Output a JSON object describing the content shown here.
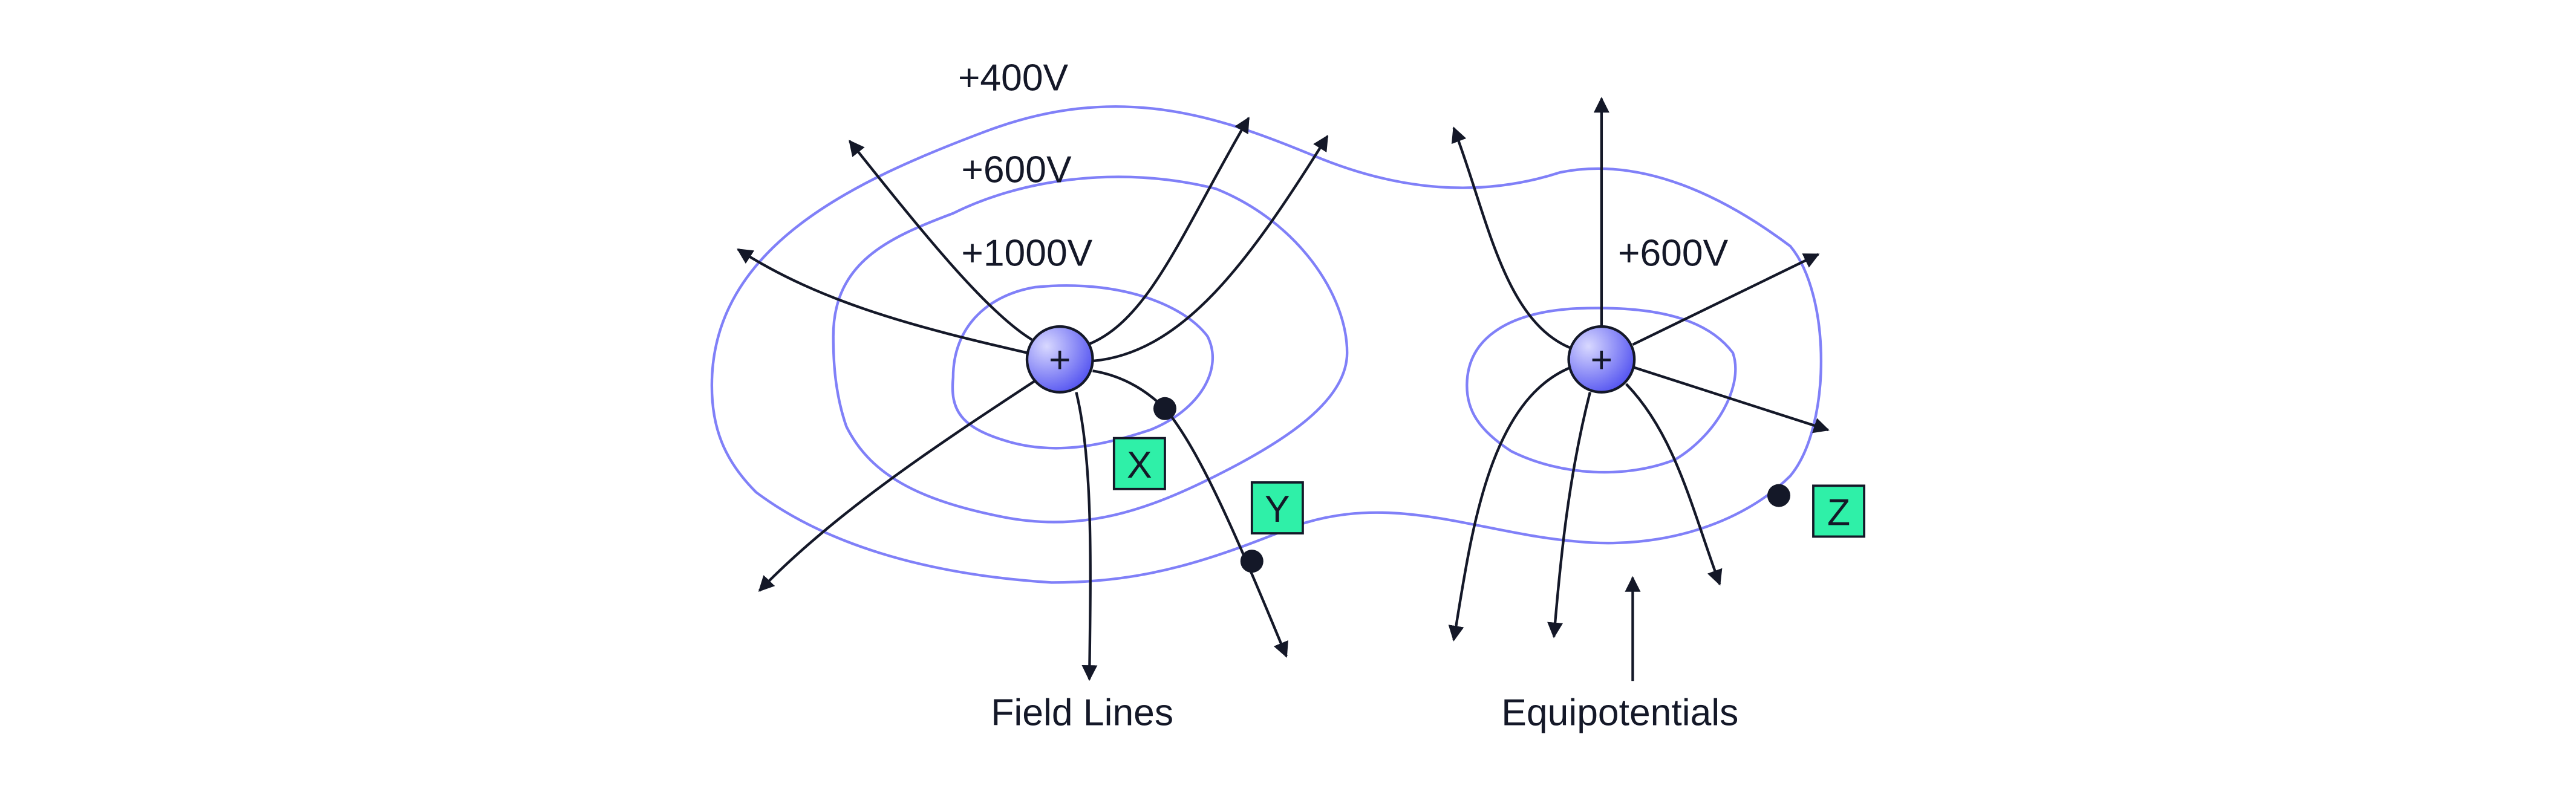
{
  "labels": {
    "left_outer": "+400V",
    "left_middle": "+600V",
    "left_inner": "+1000V",
    "right_inner": "+600V",
    "field_lines": "Field Lines",
    "equipotentials": "Equipotentials"
  },
  "points": {
    "x": "X",
    "y": "Y",
    "z": "Z"
  },
  "charges": {
    "left": "+",
    "right": "+"
  },
  "colors": {
    "equipotential": "#8080f8",
    "field_line": "#141828",
    "marker": "#2ff0a8",
    "charge": "#6060f0"
  }
}
